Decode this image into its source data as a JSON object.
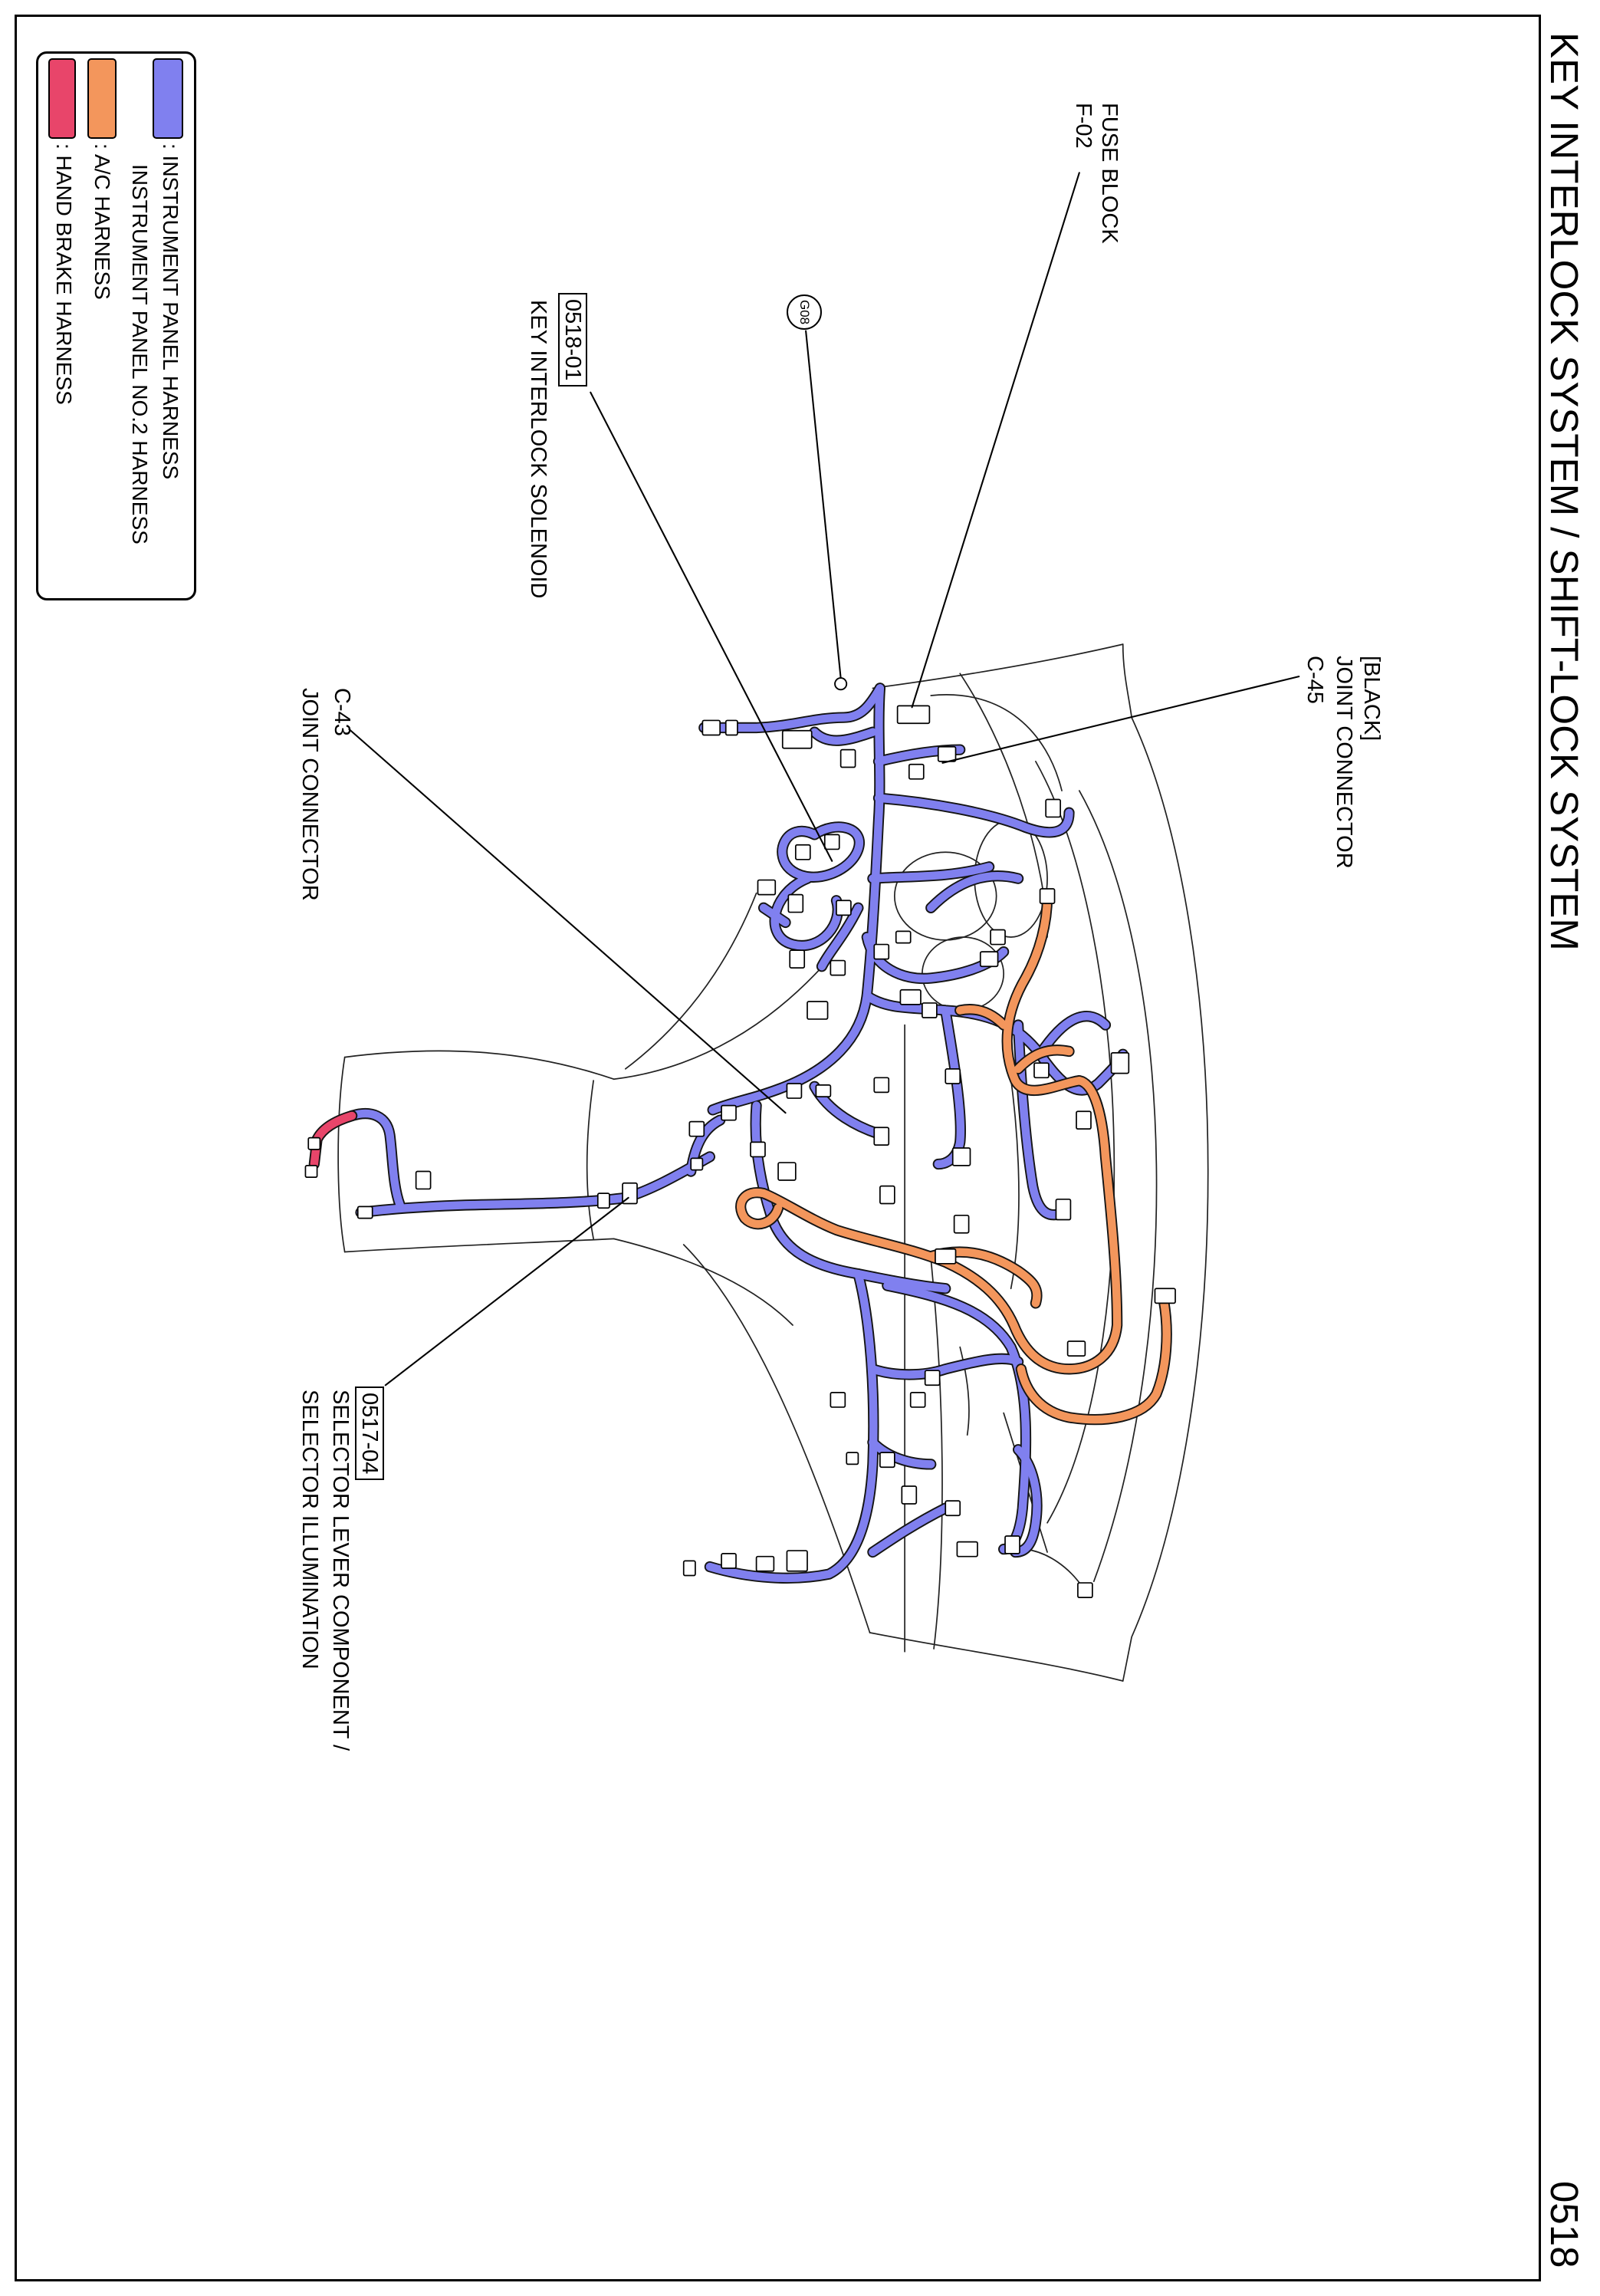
{
  "title": "KEY INTERLOCK SYSTEM / SHIFT-LOCK SYSTEM",
  "page_number": "0518",
  "legend": {
    "items": [
      {
        "color": "#8080ef",
        "lines": [
          ": INSTRUMENT PANEL HARNESS",
          "INSTRUMENT PANEL NO.2 HARNESS"
        ]
      },
      {
        "color": "#f3965c",
        "lines": [
          ": A/C HARNESS"
        ]
      },
      {
        "color": "#e8456a",
        "lines": [
          ": HAND BRAKE HARNESS"
        ]
      }
    ]
  },
  "labels": {
    "fuse_block": {
      "name": "FUSE BLOCK",
      "code": "F-02"
    },
    "ground_point": {
      "code": "G08"
    },
    "key_interlock_solenoid": {
      "code": "0518-01",
      "name": "KEY INTERLOCK SOLENOID"
    },
    "joint_connector_c45": {
      "note": "[BLACK]",
      "name": "JOINT CONNECTOR",
      "code": "C-45"
    },
    "joint_connector_c43": {
      "code": "C-43",
      "name": "JOINT CONNECTOR"
    },
    "selector_lever": {
      "code": "0517-04",
      "name_line1": "SELECTOR LEVER COMPONENT /",
      "name_line2": "SELECTOR ILLUMINATION"
    }
  }
}
